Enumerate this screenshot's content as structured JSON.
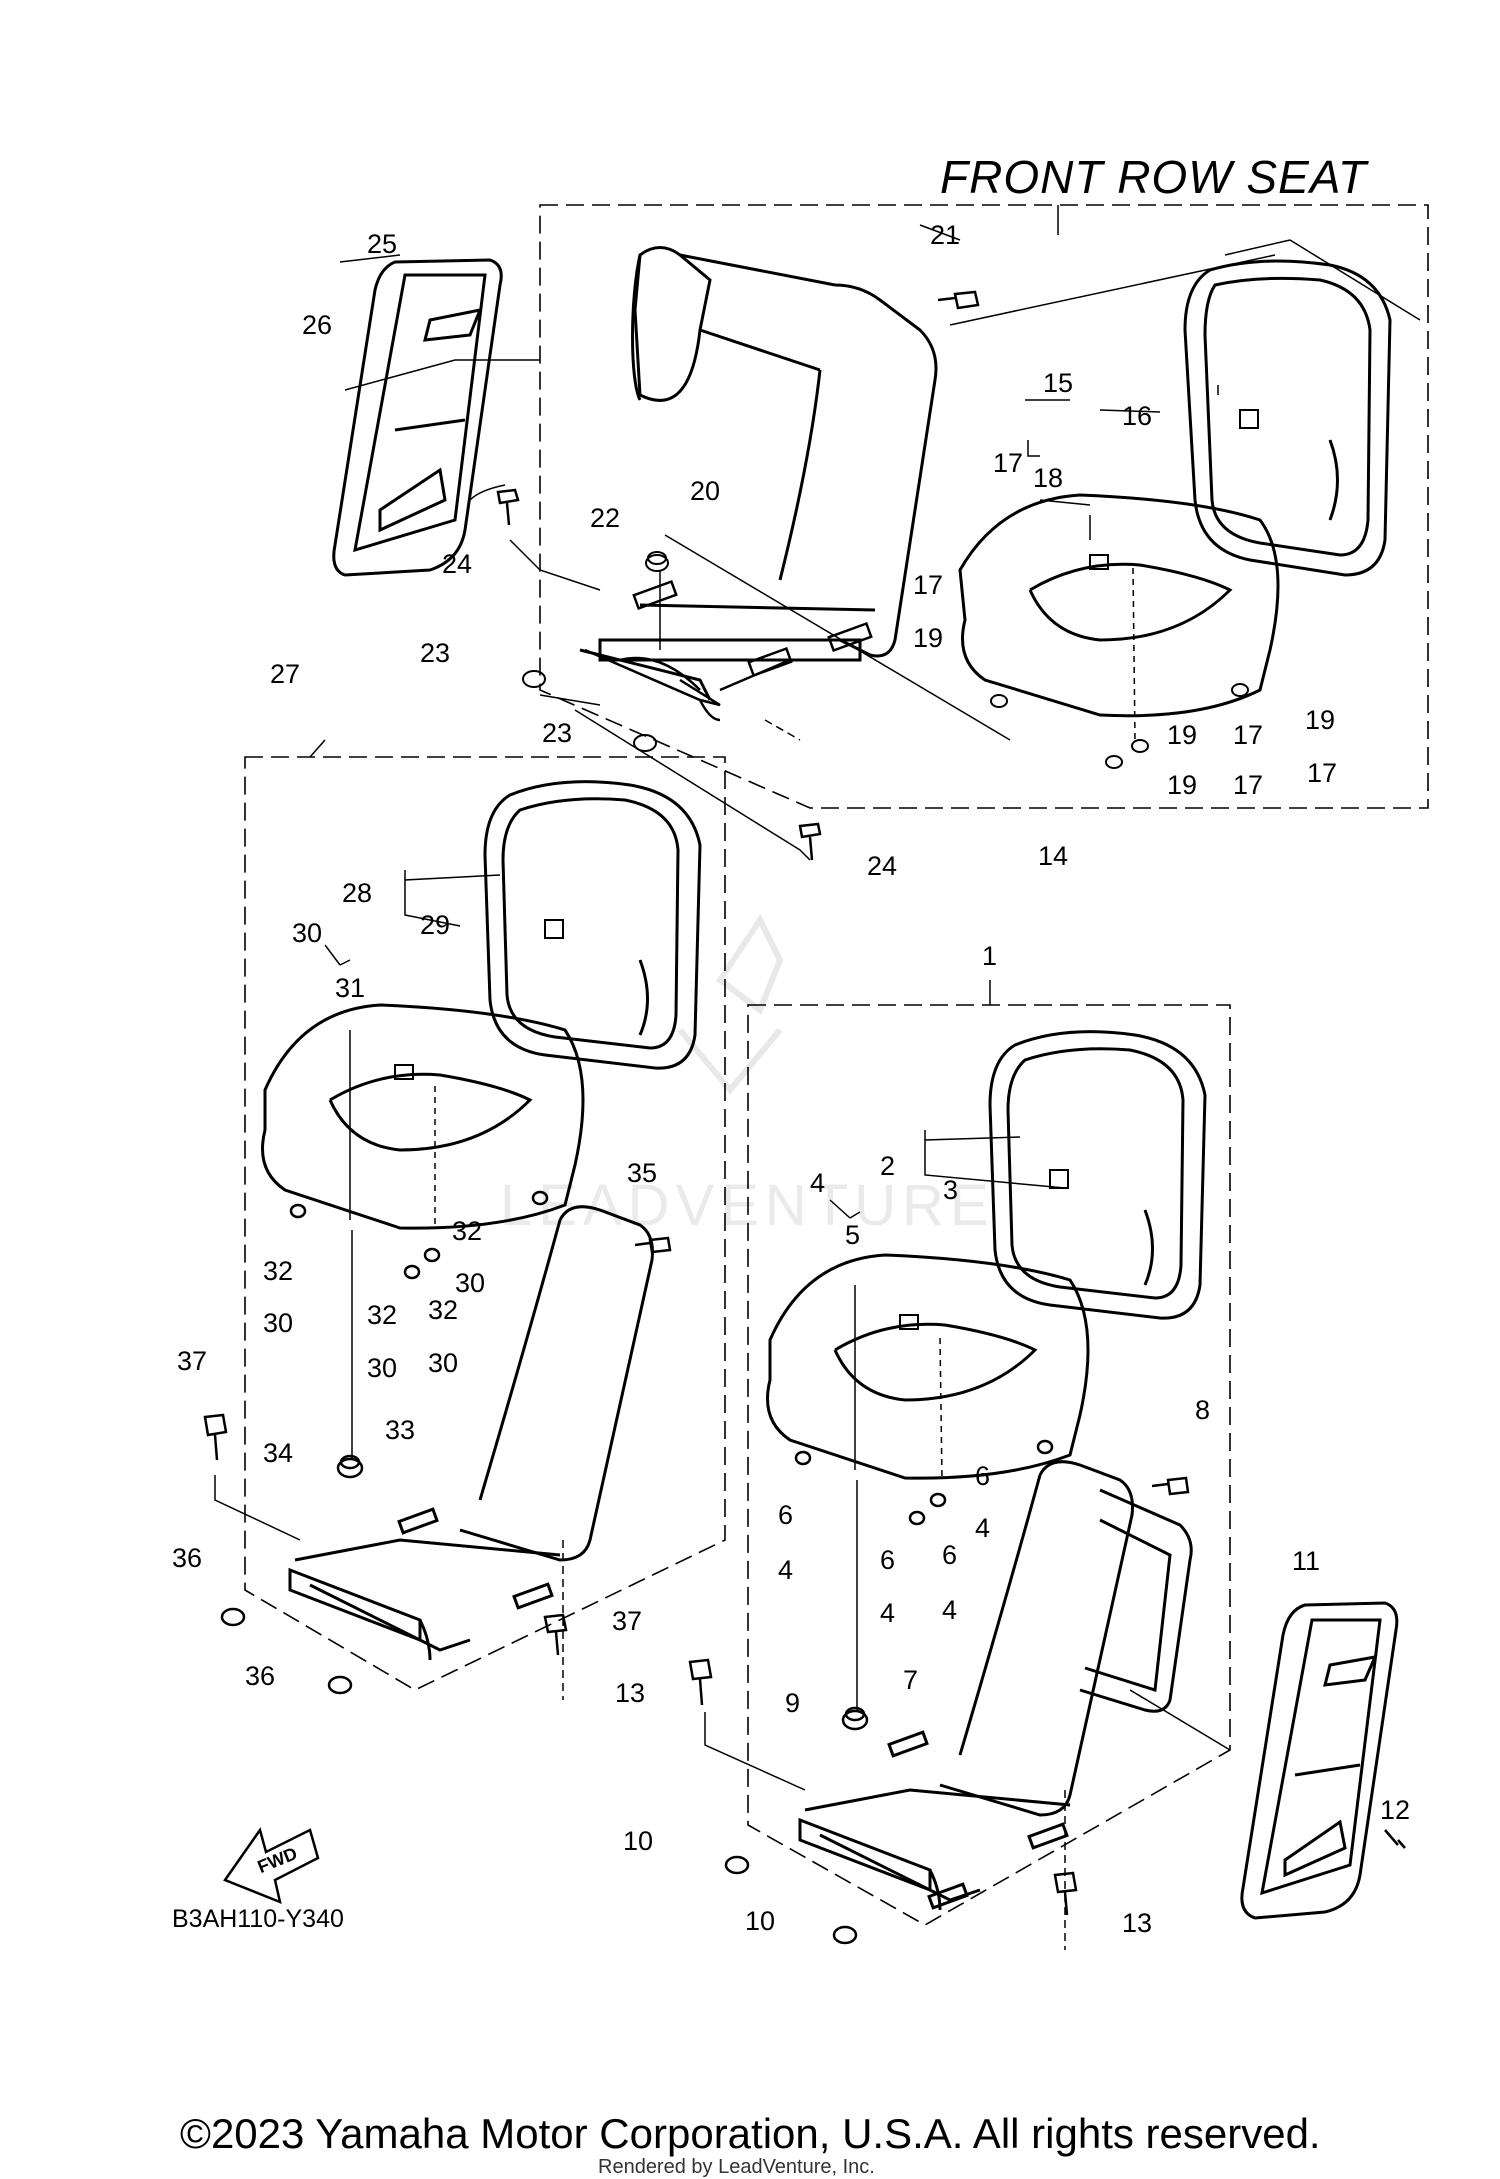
{
  "title": "FRONT ROW SEAT",
  "diagram_code": "B3AH110-Y340",
  "copyright": "©2023 Yamaha Motor Corporation, U.S.A. All rights reserved.",
  "rendered_by": "Rendered by LeadVenture, Inc.",
  "fwd_label": "FWD",
  "watermark": "LEADVENTURE",
  "callouts": {
    "c1": "1",
    "c2": "2",
    "c3": "3",
    "c4": "4",
    "c5": "5",
    "c6a": "6",
    "c4a": "4",
    "c6b": "6",
    "c4b": "4",
    "c6c": "6",
    "c4c": "4",
    "c6d": "6",
    "c4d": "4",
    "c7": "7",
    "c8": "8",
    "c9": "9",
    "c10a": "10",
    "c10b": "10",
    "c11": "11",
    "c12": "12",
    "c13a": "13",
    "c13b": "13",
    "c14": "14",
    "c15": "15",
    "c16": "16",
    "c17a": "17",
    "c18": "18",
    "c17b": "17",
    "c19a": "19",
    "c19b": "19",
    "c17c": "17",
    "c19c": "19",
    "c17d": "17",
    "c19d": "19",
    "c17e": "17",
    "c20": "20",
    "c21": "21",
    "c22": "22",
    "c23a": "23",
    "c23b": "23",
    "c24a": "24",
    "c24b": "24",
    "c25": "25",
    "c26": "26",
    "c27": "27",
    "c28": "28",
    "c29": "29",
    "c30a": "30",
    "c31": "31",
    "c32a": "32",
    "c30b": "30",
    "c32b": "32",
    "c30c": "30",
    "c32c": "32",
    "c30d": "30",
    "c32d": "32",
    "c30e": "30",
    "c33": "33",
    "c34": "34",
    "c35": "35",
    "c36a": "36",
    "c36b": "36",
    "c37a": "37",
    "c37b": "37"
  }
}
